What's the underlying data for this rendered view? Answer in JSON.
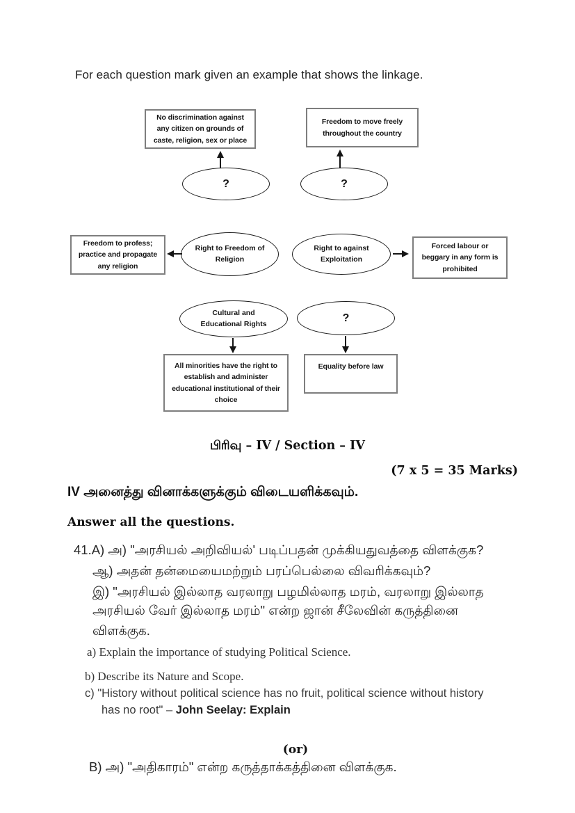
{
  "intro": "For each question mark given an example that shows the linkage.",
  "diagram": {
    "boxes": {
      "top_left": "No discrimination against any citizen on grounds of caste, religion, sex or place",
      "top_right": "Freedom to move freely throughout the country",
      "mid_left": "Freedom to profess; practice and propagate any religion",
      "mid_right": "Forced labour or beggary in any form is prohibited",
      "bottom_left": "All minorities have the right to establish and administer educational institutional of their choice",
      "bottom_right": "Equality before law"
    },
    "ovals": {
      "question_1": "?",
      "question_2": "?",
      "religion": "Right to Freedom of Religion",
      "exploitation": "Right to against Exploitation",
      "cultural": "Cultural and Educational Rights",
      "question_3": "?"
    }
  },
  "section": {
    "title": "பிரிவு – IV / Section – IV",
    "marks": "(7 x 5 = 35 Marks)",
    "instruction_tamil": "IV அனைத்து வினாக்களுக்கும் விடையளிக்கவும்.",
    "instruction_english": "Answer all the questions."
  },
  "question41": {
    "tamil_lines": [
      "41.A) அ) \"அரசியல் அறிவியல்' படிப்பதன் முக்கியதுவத்தை விளக்குக?",
      "ஆ) அதன் தன்மையைமற்றும் பரப்பெல்லை விவரிக்கவும்?",
      "இ) \"அரசியல் இல்லாத வரலாறு பழமில்லாத மரம், வரலாறு இல்லாத",
      "அரசியல் வேர் இல்லாத மரம்\" என்ற ஜான் சீலேவின் கருத்தினை",
      "விளக்குக."
    ],
    "english": {
      "a": "a) Explain the importance of studying Political Science.",
      "b": "b) Describe its Nature and Scope.",
      "c_line1": "c) \"History without political science has no fruit, political science without history",
      "c_line2_normal": "has no root\" – ",
      "c_line2_bold": "John Seelay: Explain"
    },
    "or_label": "(or)",
    "b_option_line": "B) அ) \"அதிகாரம்\" என்ற கருத்தாக்கத்தினை விளக்குக."
  }
}
